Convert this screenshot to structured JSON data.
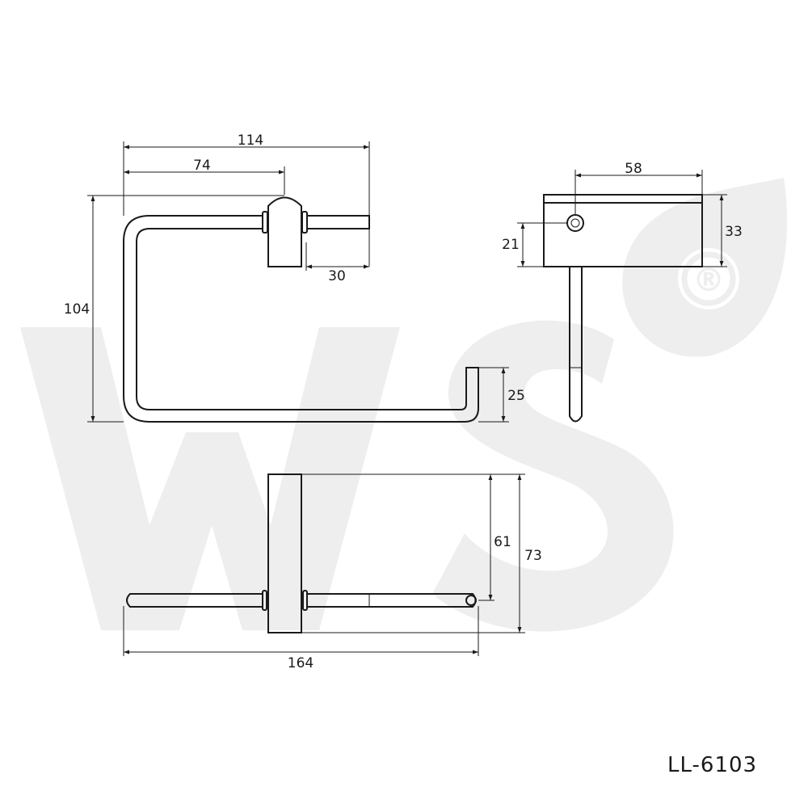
{
  "watermark": {
    "text": "WS",
    "mark": "®",
    "color": "#eeeeee"
  },
  "front_view": {
    "dims": {
      "overall_width": "114",
      "mount_center": "74",
      "bar_projection": "30",
      "height": "104",
      "hook_height": "25"
    }
  },
  "side_view": {
    "dims": {
      "plate_width": "58",
      "plate_height": "33",
      "hole_height": "21"
    }
  },
  "top_view": {
    "dims": {
      "inner_depth": "61",
      "overall_depth": "73",
      "overall_length": "164"
    }
  },
  "model_number": "LL-6103",
  "colors": {
    "line": "#1a1a1a",
    "background": "#ffffff"
  }
}
